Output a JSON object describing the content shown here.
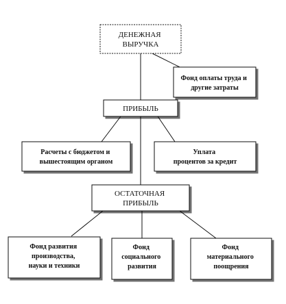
{
  "nodes": {
    "revenue": {
      "lines": [
        "ДЕНЕЖНАЯ",
        "ВЫРУЧКА"
      ]
    },
    "labor_fund": {
      "lines": [
        "Фонд оплаты труда и",
        "другие затраты"
      ]
    },
    "profit": {
      "lines": [
        "ПРИБЫЛЬ"
      ]
    },
    "budget": {
      "lines": [
        "Расчеты с бюджетом и",
        "вышестоящим органом"
      ]
    },
    "interest": {
      "lines": [
        "Уплата",
        "процентов за кредит"
      ]
    },
    "residual_profit": {
      "lines": [
        "ОСТАТОЧНАЯ",
        "ПРИБЫЛЬ"
      ]
    },
    "dev_fund": {
      "lines": [
        "Фонд развития",
        "производства,",
        "науки и техники"
      ]
    },
    "social_fund": {
      "lines": [
        "Фонд",
        "социального",
        "развития"
      ]
    },
    "incentive_fund": {
      "lines": [
        "Фонд",
        "материального",
        "поощрения"
      ]
    }
  },
  "colors": {
    "line": "#111111",
    "box_border": "#111111",
    "text": "#111111",
    "background": "#ffffff"
  }
}
